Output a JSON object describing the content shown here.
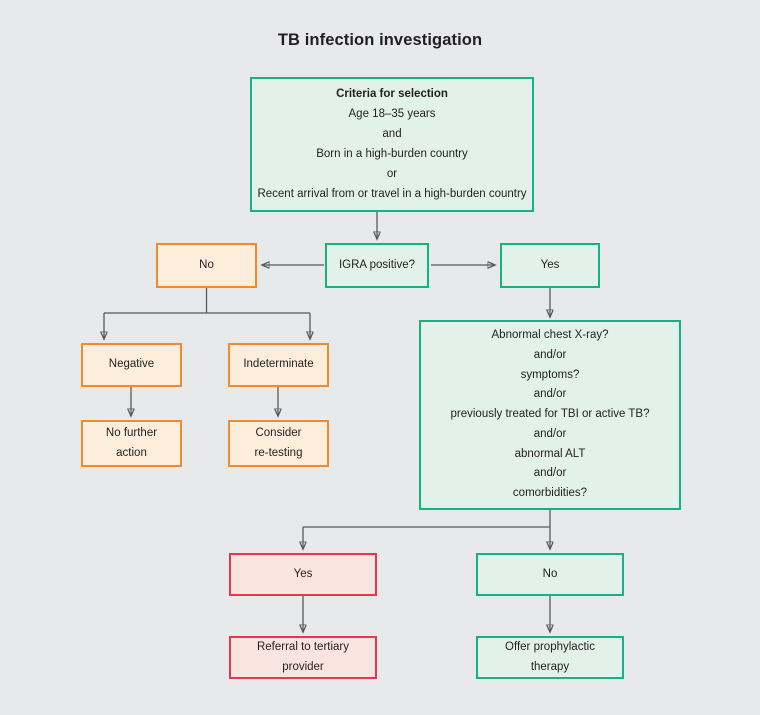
{
  "title": "TB infection investigation",
  "colors": {
    "background": "#e8e9eb",
    "green_fill": "#e2f1ea",
    "green_border": "#16b184",
    "orange_fill": "#fdeedc",
    "orange_border": "#f08a2a",
    "red_fill": "#fae4e0",
    "red_border": "#e8364f",
    "connector": "#58595b",
    "text": "#231f20"
  },
  "nodes": {
    "criteria": {
      "heading": "Criteria for selection",
      "line1": "Age 18–35 years",
      "line2": "and",
      "line3": "Born in a high-burden country",
      "line4": "or",
      "line5": "Recent arrival from or travel in a high-burden country"
    },
    "igra": {
      "label": "IGRA positive?"
    },
    "igra_no": {
      "label": "No"
    },
    "igra_yes": {
      "label": "Yes"
    },
    "negative": {
      "label": "Negative"
    },
    "indeterminate": {
      "label": "Indeterminate"
    },
    "no_further_action": {
      "line1": "No further",
      "line2": "action"
    },
    "consider_retesting": {
      "line1": "Consider",
      "line2": "re-testing"
    },
    "assessment": {
      "line1": "Abnormal chest X-ray?",
      "line2": "and/or",
      "line3": "symptoms?",
      "line4": "and/or",
      "line5": "previously treated for TBI or active TB?",
      "line6": "and/or",
      "line7": "abnormal ALT",
      "line8": "and/or",
      "line9": "comorbidities?"
    },
    "assess_yes": {
      "label": "Yes"
    },
    "assess_no": {
      "label": "No"
    },
    "referral": {
      "line1": "Referral to tertiary",
      "line2": "provider"
    },
    "prophylaxis": {
      "line1": "Offer prophylactic",
      "line2": "therapy"
    }
  }
}
